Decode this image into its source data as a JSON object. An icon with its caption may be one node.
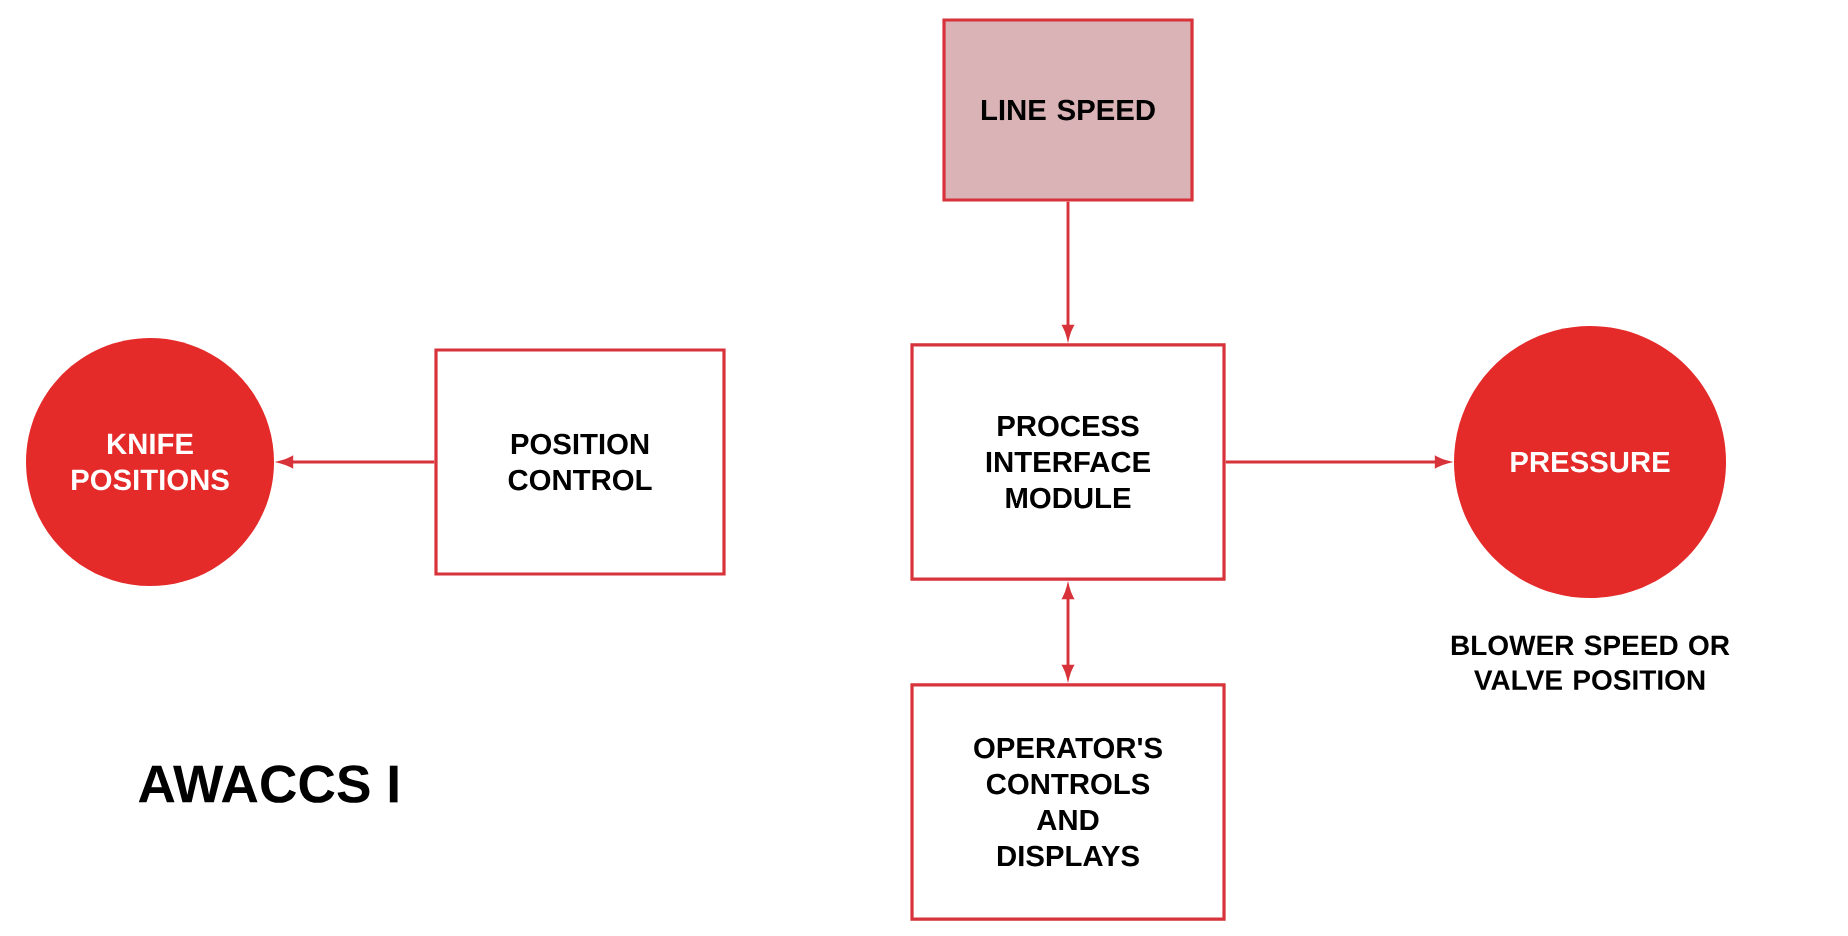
{
  "diagram": {
    "title": "AWACCS I",
    "nodes": [
      {
        "text": [
          "LINE SPEED"
        ]
      },
      {
        "text": [
          "KNIFE POSITIONS"
        ]
      },
      {
        "text": [
          "POSITION CONTROL"
        ]
      },
      {
        "text": [
          "PROCESS INTERFACE MODULE"
        ]
      },
      {
        "text": [
          "PRESSURE"
        ],
        "beside": [
          "BLOWER SPEED OR VALVE POSITION"
        ]
      },
      {
        "text": [
          "OPERATOR'S CONTROLS AND DISPLAYS"
        ]
      }
    ],
    "edges": [
      {
        "from": 0,
        "to": 3,
        "arrow": "to"
      },
      {
        "from": 2,
        "to": 1,
        "arrow": "to"
      },
      {
        "from": 3,
        "to": 4,
        "arrow": "to"
      },
      {
        "from": 3,
        "to": 5,
        "arrow": "both"
      }
    ]
  }
}
